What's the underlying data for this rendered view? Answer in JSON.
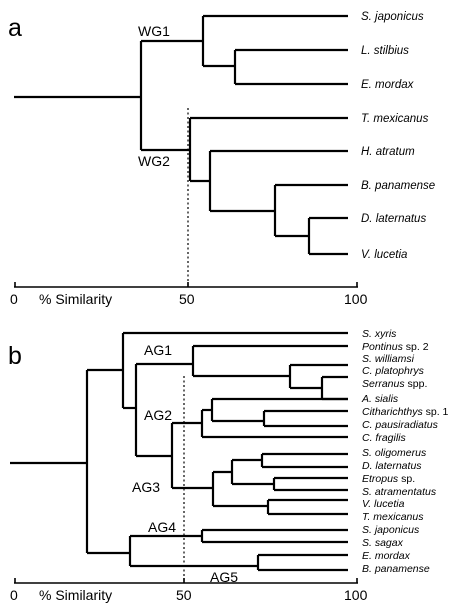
{
  "panel_a": {
    "label": "a",
    "groups": [
      "WG1",
      "WG2"
    ],
    "taxa": [
      {
        "italic": "S. japonicus",
        "rest": ""
      },
      {
        "italic": "L. stilbius",
        "rest": ""
      },
      {
        "italic": "E. mordax",
        "rest": ""
      },
      {
        "italic": "T. mexicanus",
        "rest": ""
      },
      {
        "italic": "H. atratum",
        "rest": ""
      },
      {
        "italic": "B. panamense",
        "rest": ""
      },
      {
        "italic": "D. laternatus",
        "rest": ""
      },
      {
        "italic": "V. lucetia",
        "rest": ""
      }
    ],
    "axis": {
      "title": "% Similarity",
      "ticks": [
        "0",
        "50",
        "100"
      ]
    }
  },
  "panel_b": {
    "label": "b",
    "groups": [
      "AG1",
      "AG2",
      "AG3",
      "AG4",
      "AG5"
    ],
    "taxa": [
      {
        "italic": "S. xyris",
        "rest": ""
      },
      {
        "italic": "Pontinus",
        "rest": " sp. 2"
      },
      {
        "italic": "S. williamsi",
        "rest": ""
      },
      {
        "italic": "C. platophrys",
        "rest": ""
      },
      {
        "italic": "Serranus",
        "rest": " spp."
      },
      {
        "italic": "A. sialis",
        "rest": ""
      },
      {
        "italic": "Citharichthys",
        "rest": " sp. 1"
      },
      {
        "italic": "C. pausiradiatus",
        "rest": ""
      },
      {
        "italic": "C. fragilis",
        "rest": ""
      },
      {
        "italic": "S. oligomerus",
        "rest": ""
      },
      {
        "italic": "D. laternatus",
        "rest": ""
      },
      {
        "italic": "Etropus",
        "rest": " sp."
      },
      {
        "italic": "S. atramentatus",
        "rest": ""
      },
      {
        "italic": "V. lucetia",
        "rest": ""
      },
      {
        "italic": "T. mexicanus",
        "rest": ""
      },
      {
        "italic": "S. japonicus",
        "rest": ""
      },
      {
        "italic": "S. sagax",
        "rest": ""
      },
      {
        "italic": "E. mordax",
        "rest": ""
      },
      {
        "italic": "B. panamense",
        "rest": ""
      }
    ],
    "axis": {
      "title": "% Similarity",
      "ticks": [
        "0",
        "50",
        "100"
      ]
    }
  }
}
